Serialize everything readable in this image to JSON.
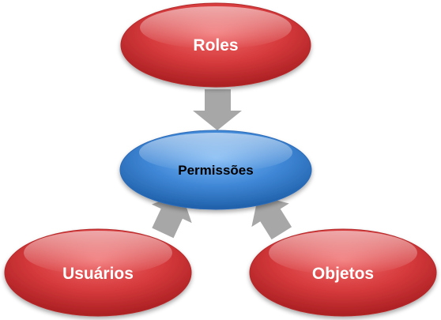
{
  "nodes": {
    "roles": {
      "label": "Roles"
    },
    "permissoes": {
      "label": "Permissões"
    },
    "usuarios": {
      "label": "Usuários"
    },
    "objetos": {
      "label": "Objetos"
    }
  },
  "colors": {
    "red_fill": "#d33436",
    "red_border": "#b52a2c",
    "blue_fill": "#3d83d4",
    "blue_border": "#2c6bb8",
    "arrow": "#a7a7a7"
  }
}
